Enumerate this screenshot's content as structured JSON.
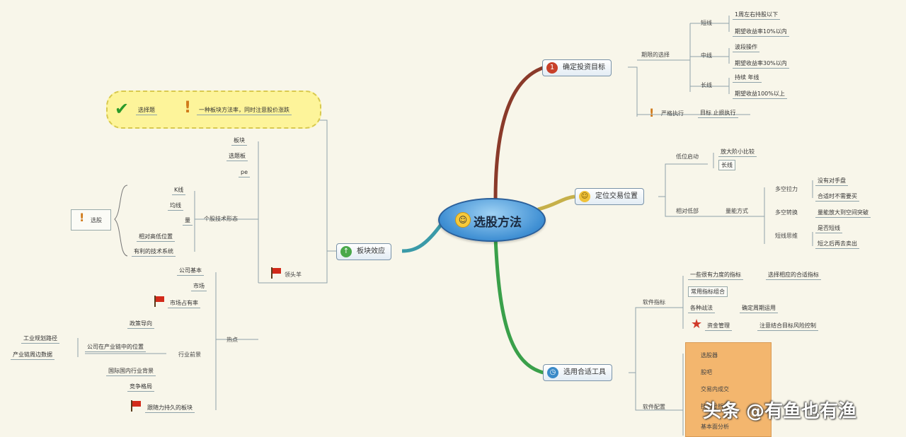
{
  "center": {
    "label": "选股方法"
  },
  "branches": {
    "target": "确定投资目标",
    "position": "定位交易位置",
    "tools": "选用合适工具",
    "sector": "板块效应"
  },
  "target": {
    "group": "期限的选择",
    "short": "短线",
    "short_items": [
      "1周左右持股以下",
      "期望收益率10%以内"
    ],
    "mid": "中线",
    "mid_items": [
      "波段操作",
      "期望收益率30%以内"
    ],
    "long": "长线",
    "long_items": [
      "持续 年线",
      "期望收益100%以上"
    ],
    "strict": "严格执行",
    "strict_value": "目标 止损执行"
  },
  "position": {
    "g1": "低位启动",
    "g1_items": [
      "放大阶小比较",
      "长线"
    ],
    "g2": "相对低部",
    "g2_mode": "量能方式",
    "s1": "多空拉力",
    "s1_items": [
      "没有对手盘",
      "合适时不需要买"
    ],
    "s2": "多空转换",
    "s2_items": [
      "量能放大到空间突破"
    ],
    "s3": "短线思维",
    "s3_items": [
      "是否短线",
      "短之后再去卖出"
    ]
  },
  "tools": {
    "g1": "软件指标",
    "g1_items": [
      "一些很有力度的指标",
      "常用指标组合",
      "各种战法",
      "资金管理"
    ],
    "g1_notes": [
      "选择相应的合适指标",
      "确定周期运用",
      "注意结合目标风险控制"
    ],
    "g2": "软件配置",
    "g2_items": [
      "选股器",
      "股吧",
      "交易内成交",
      "技术分析",
      "基本面分析"
    ]
  },
  "sector": {
    "callout_a": "选择题",
    "callout_b": "一种板块方法率，同时注意股价涨跌",
    "top_items": [
      "板块",
      "选题板",
      "pe"
    ],
    "pattern": "个股技术形态",
    "pattern_items": [
      "K线",
      "均线",
      "量",
      "相对高低位置",
      "有利的技术系统"
    ],
    "side": "选股",
    "heads": "领头羊",
    "hot": "热点",
    "hot_items": [
      "公司基本",
      "市场",
      "市场占有率"
    ],
    "industry": "行业前景",
    "industry_items": [
      "政策导向",
      "公司在产业链中的位置",
      "国际国内行业背景",
      "竞争格局"
    ],
    "left_items": [
      "工业规划路径",
      "产业链周边数据"
    ],
    "follow": "跟随力持久的板块"
  },
  "watermark": "头条 @有鱼也有渔"
}
